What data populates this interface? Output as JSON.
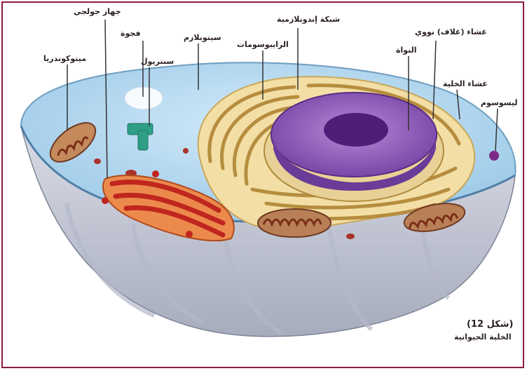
{
  "labels": {
    "golgi": "جهاز جولجي",
    "er": "شبكة إندوبلازمية",
    "nuclear_envelope": "غشاء (غلاف) نووي",
    "vacuole": "فجوة",
    "cytoplasm": "سيتوبلازم",
    "ribosomes": "الرايبوسومات",
    "centriole": "سنتريول",
    "mitochondria": "ميتوكوندريا",
    "nucleus": "النواة",
    "cell_membrane": "غشاء الخلية",
    "lysosome": "ليسوسوم"
  },
  "caption": {
    "figure": "(شكل 12)",
    "title": "الخلية الحيوانية"
  },
  "colors": {
    "frame": "#8a1c40",
    "cytoplasm": "#b9daf0",
    "nucleus": "#8a52b3",
    "nucleolus": "#4e1e78",
    "er": "#e7cf8f",
    "golgi": "#e07a3e",
    "mitochondria": "#8a4a33",
    "cell_body": "#c9cdd8"
  }
}
